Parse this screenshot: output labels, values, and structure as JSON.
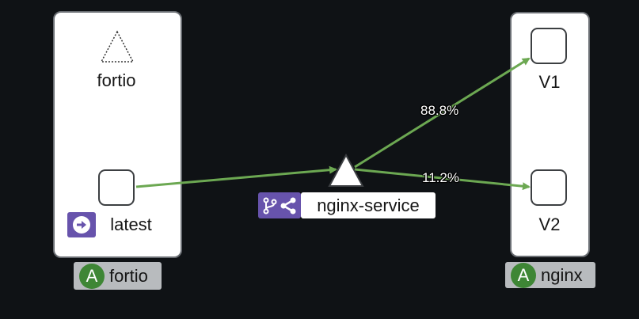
{
  "colors": {
    "background": "#0f1215",
    "edge": "#6ca852",
    "app_badge": "#3e8635",
    "icon_badge": "#6753ac",
    "group_label_bg": "#b8bbbe"
  },
  "groups": [
    {
      "app_letter": "A",
      "name": "fortio"
    },
    {
      "app_letter": "A",
      "name": "nginx"
    }
  ],
  "nodes": {
    "fortio_source": {
      "label": "fortio",
      "shape": "dashed-triangle"
    },
    "fortio_latest": {
      "label": "latest",
      "badge_icon": "arrow-right-circle-icon"
    },
    "service": {
      "label": "nginx-service",
      "badge_icons": [
        "git-branch-icon",
        "share-icon"
      ]
    },
    "nginx_v1": {
      "label": "V1"
    },
    "nginx_v2": {
      "label": "V2"
    }
  },
  "edges": [
    {
      "from": "fortio_latest",
      "to": "service",
      "label": ""
    },
    {
      "from": "service",
      "to": "nginx_v1",
      "label": "88.8%"
    },
    {
      "from": "service",
      "to": "nginx_v2",
      "label": "11.2%"
    }
  ]
}
